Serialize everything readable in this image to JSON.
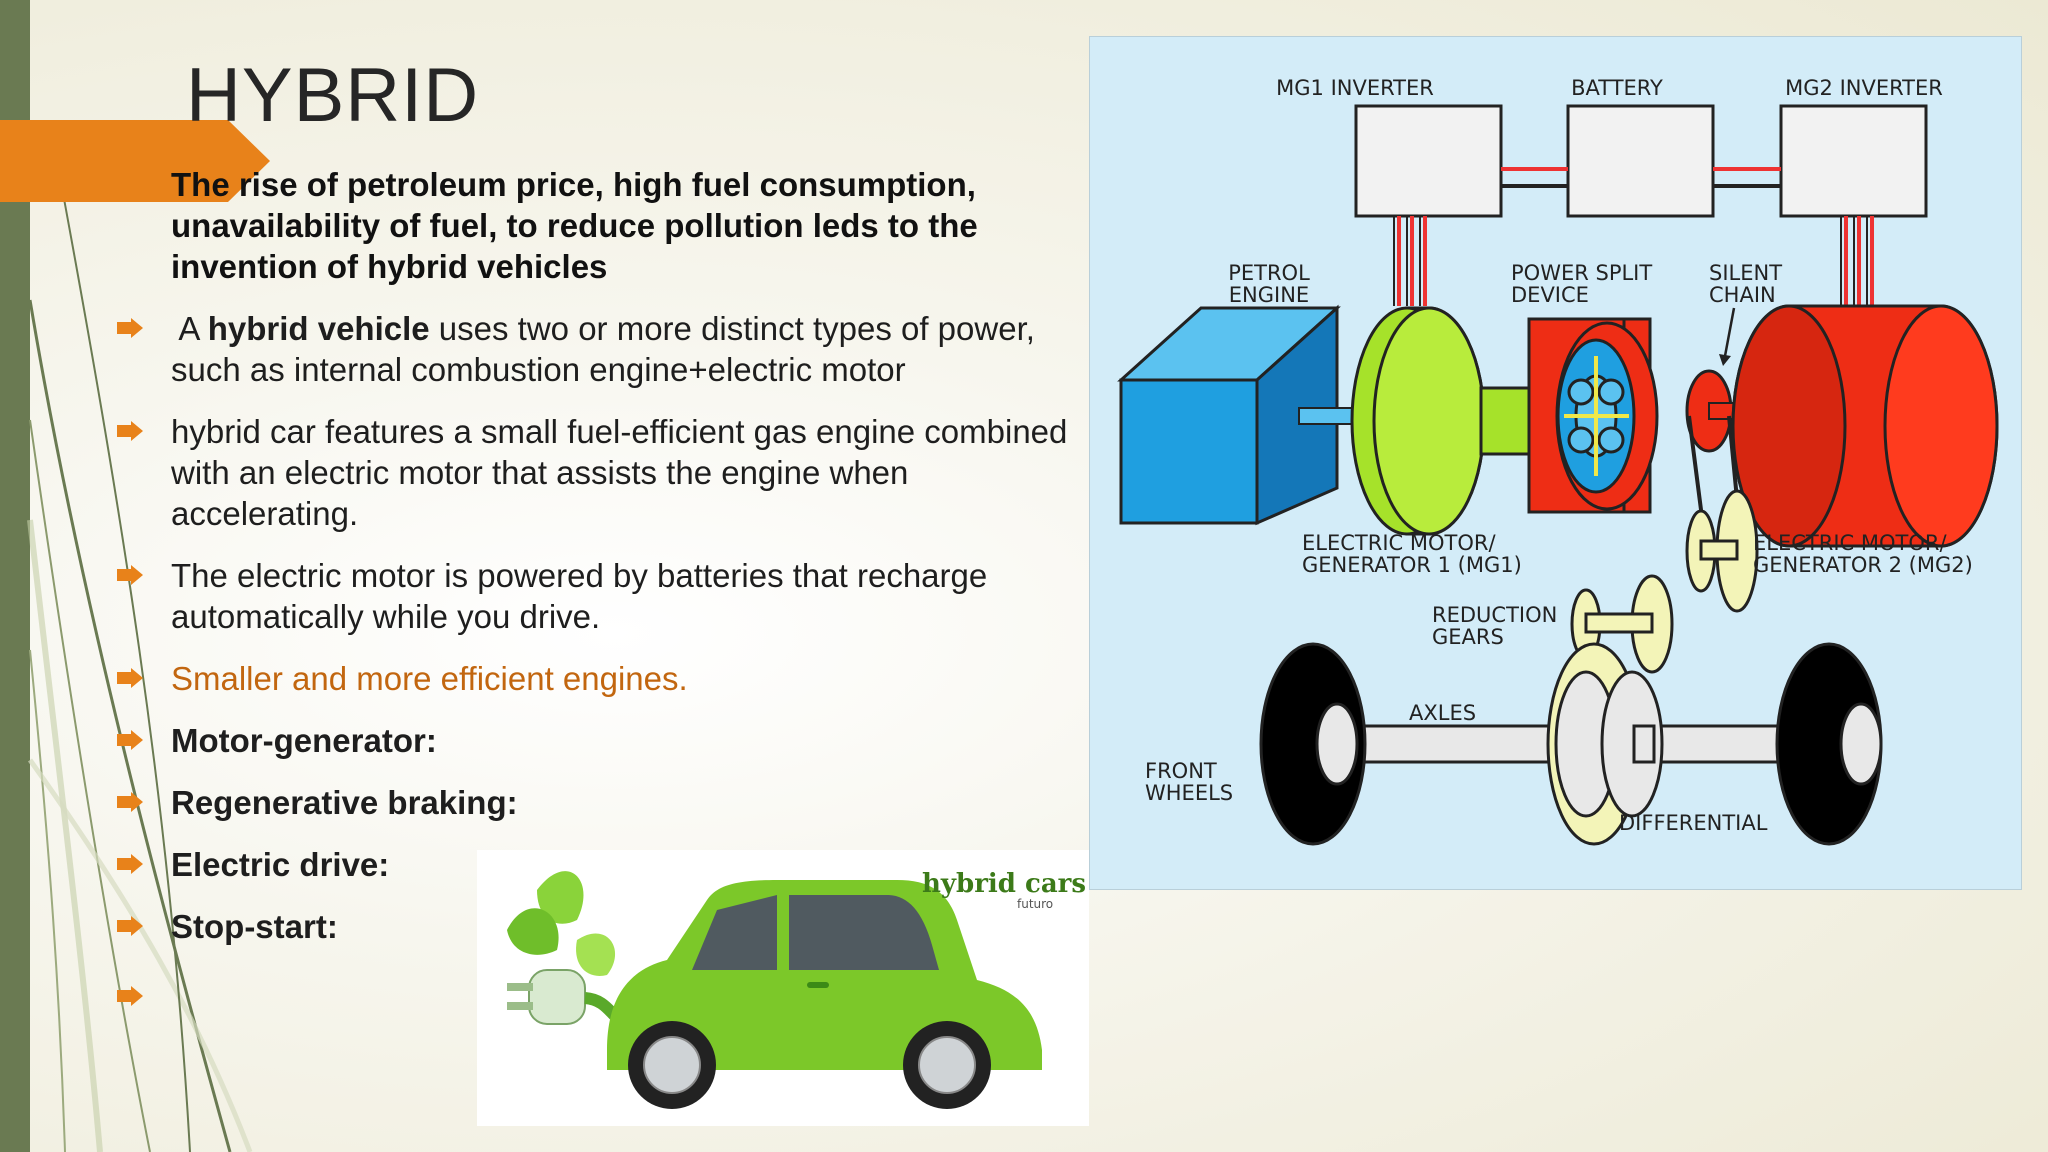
{
  "slide": {
    "title": "HYBRID",
    "intro": "The rise of petroleum price, high fuel consumption, unavailability of fuel, to reduce pollution leds to the invention of hybrid vehicles",
    "bullet1": {
      "prefix": " A ",
      "strong": "hybrid vehicle",
      "rest": " uses two or more distinct types of power, such as internal combustion engine+electric motor"
    },
    "bullet2": "hybrid car features a small fuel-efficient gas engine combined with an electric motor that assists the engine when accelerating.",
    "bullet3": "The electric motor is powered by batteries that recharge automatically while you drive.",
    "bullet4": "Smaller and more efficient engines.",
    "bullet5": "Motor-generator:",
    "bullet6": "Regenerative braking:",
    "bullet7": "Electric drive:",
    "bullet8": "Stop-start:"
  },
  "diagram": {
    "mg1_inverter": "MG1 INVERTER",
    "battery": "BATTERY",
    "mg2_inverter": "MG2 INVERTER",
    "petrol_line1": "PETROL",
    "petrol_line2": "ENGINE",
    "psd_line1": "POWER SPLIT",
    "psd_line2": "DEVICE",
    "chain_line1": "SILENT",
    "chain_line2": "CHAIN",
    "mg1_line1": "ELECTRIC MOTOR/",
    "mg1_line2": "GENERATOR 1 (MG1)",
    "mg2_line1": "ELECTRIC MOTOR/",
    "mg2_line2": "GENERATOR 2 (MG2)",
    "reduction_line1": "REDUCTION",
    "reduction_line2": "GEARS",
    "axles": "AXLES",
    "front_line1": "FRONT",
    "front_line2": "WHEELS",
    "differential": "DIFFERENTIAL"
  },
  "car_image": {
    "brand": "hybrid cars",
    "sub": "futuro"
  },
  "colors": {
    "accent_orange": "#e8821a",
    "orange_text": "#c2660f",
    "diagram_bg": "#d3ecf8",
    "engine_blue": "#1f9fe0",
    "mg1_green": "#a6e22a",
    "mg2_red": "#ee2d15",
    "car_green": "#7cc829"
  },
  "icons": {
    "bullet": "orange-arrow-bullet-icon",
    "plug": "electric-plug-icon",
    "leaf": "leaf-icon"
  }
}
